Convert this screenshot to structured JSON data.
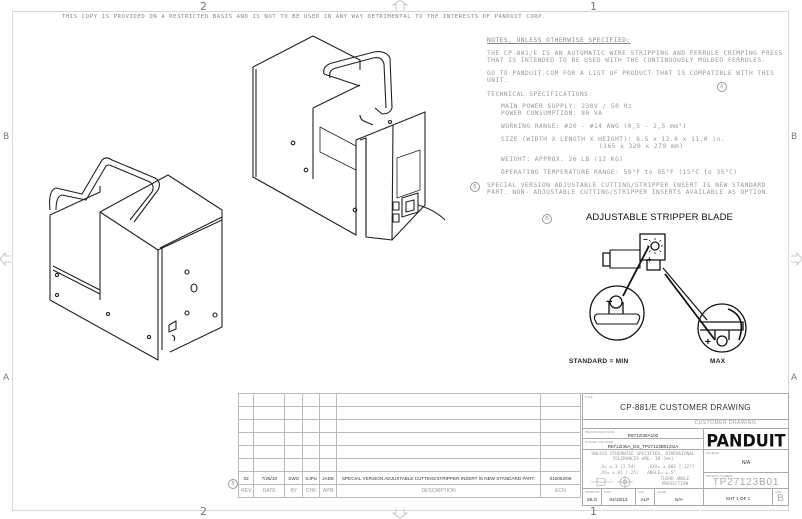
{
  "sheet": {
    "disclaimer": "THIS COPY IS PROVIDED ON A RESTRICTED BASIS AND IS NOT TO BE USED IN ANY WAY DETRIMENTAL TO THE INTERESTS OF PANDUIT CORP.",
    "zones": {
      "top_left": "2",
      "top_right": "1",
      "bottom_left": "2",
      "bottom_right": "1",
      "left_upper": "B",
      "left_lower": "A",
      "right_upper": "B",
      "right_lower": "A"
    }
  },
  "notes": {
    "header": "NOTES, UNLESS OTHERWISE SPECIFIED:",
    "intro": "THE CP-881/E IS AN AUTOMATIC WIRE STRIPPING AND FERRULE CRIMPING PRESS THAT IS INTENDED TO BE USED WITH THE CONTINUOUSLY MOLDED FERRULES.",
    "website": "GO TO PANDUIT.COM FOR A LIST OF PRODUCT THAT IS COMPATIBLE WITH THIS UNIT.",
    "marker_a": "A",
    "tech_header": "TECHNICAL SPECIFICATIONS:",
    "power_supply": "MAIN POWER SUPPLY: 230V / 50 Hz",
    "power_consumption": "POWER CONSUMPTION: 80 VA",
    "working_range": "WORKING RANGE: #20 - #14 AWG (0,5 - 2,5 mm²)",
    "size": "SIZE (WIDTH X LENGTH X HEIGHT): 6.5 x 12.6 x 11.0 in.",
    "size_mm": "(165 x 320 x 279 mm)",
    "weight": "WEIGHT: APPROX. 26 LB (12 KG)",
    "temperature": "OPERATING TEMPERATURE RANGE: 59°F to 95°F (15°C to 35°C)",
    "marker_b": "B",
    "special_version": "SPECIAL VERSION ADJUSTABLE CUTTING/STRIPPER INSERT IS NEW STANDARD PART. NON- ADJUSTABLE CUTTING/STRIPPER INSERTS AVAILABLE AS OPTION."
  },
  "detail": {
    "marker": "B",
    "title": "ADJUSTABLE STRIPPER BLADE",
    "min_label": "STANDARD = MIN",
    "max_label": "MAX",
    "minus": "−",
    "plus": "+"
  },
  "revision_table": {
    "marker": "B",
    "headers": [
      "REV",
      "DATE",
      "BY",
      "CHK",
      "APR",
      "DESCRIPTION",
      "ECN"
    ],
    "rows": [
      [
        "02",
        "7/25/18",
        "SWG",
        "SJPU",
        "JADE",
        "SPECIAL VERSION ADJUSTABLE CUTTING/STRIPPER INSERT IS NEW STANDARD PART.",
        "010052/08"
      ]
    ]
  },
  "title_block": {
    "title_label": "TITLE",
    "title": "CP-881/E CUSTOMER DRAWING",
    "subtitle": "CUSTOMER DRAWING",
    "item_label": "ITEM REVISION NAME",
    "item_value": "R8712I36A102",
    "dataset_label": "DATASET FILE NAME",
    "dataset_value": "R8712I36A_DS_TP27123B01/02A",
    "brand": "PANDUIT",
    "tolerance_header": "UNLESS OTHERWISE SPECIFIED, DIMENSIONAL TOLERANCES ARE: IN [mm]",
    "tol_1": ".X= ±.1 [2.54]",
    "tol_2": ".XX= ±.01 [.25]",
    "tol_3": ".XXX= ±.005 [.127]",
    "tol_4": "ANGLE= ±.5°",
    "projection": "THIRD ANGLE PROJECTION",
    "material_label": "MATERIAL",
    "material": "N/A",
    "drawing_label": "DRAWING NUMBER",
    "drawing_number": "TP27123B01",
    "drawn_label": "DRAWN BY",
    "drawn": "SILO",
    "date_label": "DATE",
    "date": "04/16/13",
    "chk_label": "CHK",
    "chk": "ALP",
    "scale_label": "SCALE",
    "scale": "N/A",
    "sheet": "SHT 1 OF 1",
    "size_label": "SIZE",
    "size": "B"
  }
}
